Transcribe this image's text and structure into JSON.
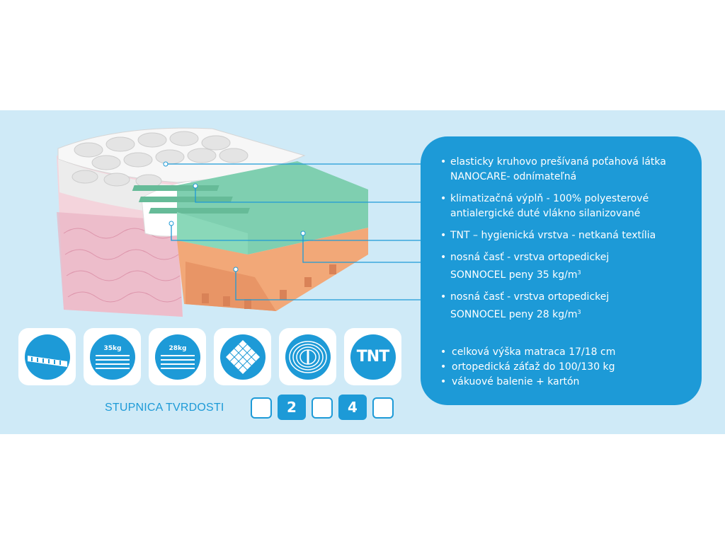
{
  "layers": [
    {
      "line1": "elasticky kruhovo prešívaná poťahová látka",
      "line2": "NANOCARE- odnímateľná"
    },
    {
      "line1": "klimatizačná výplň - 100% polyesterové",
      "line2": "antialergické duté vlákno silanizované"
    },
    {
      "line1": "TNT – hygienická vrstva - netkaná textília",
      "line2": ""
    },
    {
      "line1": "nosná časť - vrstva ortopedickej",
      "line2": "SONNOCEL  peny 35 kg/m",
      "sup": "3"
    },
    {
      "line1": "nosná časť - vrstva ortopedickej",
      "line2": "SONNOCEL  peny 28 kg/m",
      "sup": "3"
    }
  ],
  "specs": [
    "celková výška matraca 17/18 cm",
    "ortopedická záťaž do 100/130 kg",
    "vákuové balenie + kartón"
  ],
  "icons": [
    {
      "name": "zipper-icon"
    },
    {
      "name": "foam-35kg-icon",
      "label": "35kg"
    },
    {
      "name": "foam-28kg-icon",
      "label": "28kg"
    },
    {
      "name": "mesh-fabric-icon"
    },
    {
      "name": "spring-coil-icon"
    },
    {
      "name": "tnt-icon",
      "label": "TNT"
    }
  ],
  "firmness": {
    "label": "STUPNICA TVRDOSTI",
    "levels": [
      "",
      "2",
      "",
      "4",
      ""
    ]
  },
  "colors": {
    "accent": "#1d9ad7",
    "band": "#cfeaf7",
    "green_foam": "#7fcfb0",
    "orange_foam": "#f2a878"
  }
}
